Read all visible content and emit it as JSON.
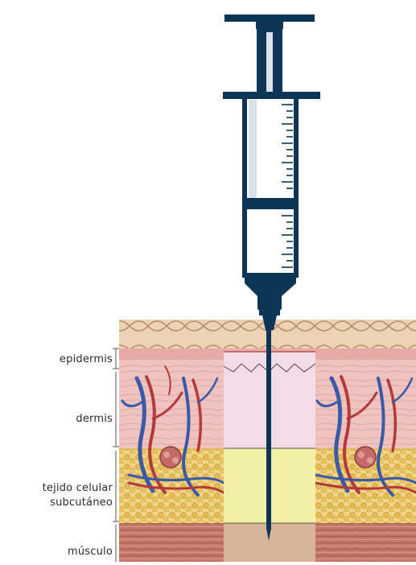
{
  "labels": {
    "epidermis": "epidermis",
    "dermis": "dermis",
    "subcutaneous_line1": "tejido celular",
    "subcutaneous_line2": "subcutáneo",
    "muscle": "músculo"
  },
  "colors": {
    "syringe": "#0f3556",
    "syringe_light": "#d9e2ea",
    "syringe_glass": "#ffffff",
    "epidermis": "#e6a9a6",
    "dermis": "#f0c1bf",
    "dermis_panel": "#f1dde6",
    "subcutaneous_panel": "#f2efa5",
    "fat": "#e8c25c",
    "muscle": "#c97a6a",
    "muscle_panel": "#d9b39a",
    "vein": "#3a5aa8",
    "artery": "#b03030",
    "surface": "#e9c8a4"
  }
}
